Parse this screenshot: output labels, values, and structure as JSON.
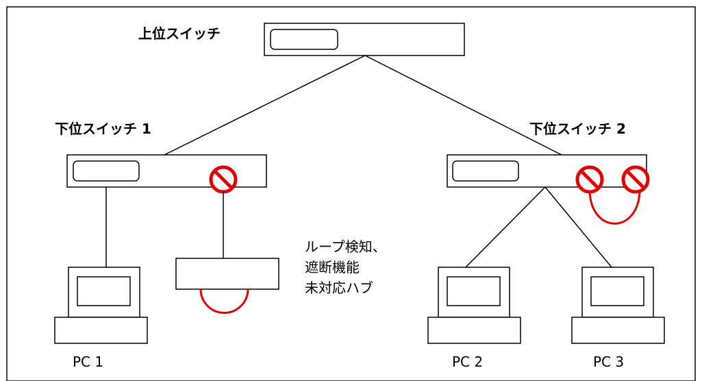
{
  "diagram": {
    "upper_switch_label": "上位スイッチ",
    "lower_switch_1_label": "下位スイッチ 1",
    "lower_switch_2_label": "下位スイッチ 2",
    "hub_note_lines": [
      "ループ検知、",
      "遮断機能",
      "未対応ハブ"
    ],
    "pc1_label": "PC 1",
    "pc2_label": "PC 2",
    "pc3_label": "PC 3"
  },
  "colors": {
    "line": "#000000",
    "loop": "#e00000",
    "block_fill": "#ffffff",
    "block_stroke": "#e00000"
  },
  "icons": {
    "block_port": "no-entry-icon",
    "pc": "computer-icon",
    "switch_port": "port-icon"
  }
}
